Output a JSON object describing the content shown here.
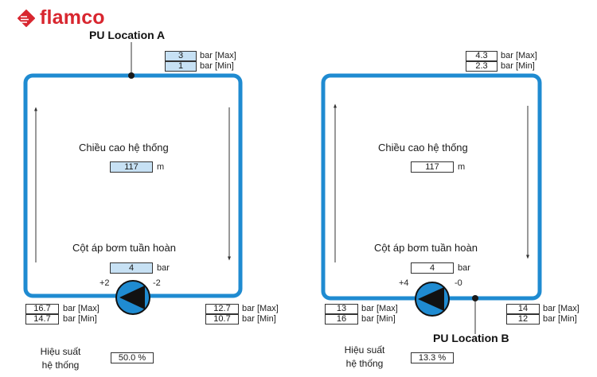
{
  "brand": {
    "name": "flamco",
    "color": "#d8262f"
  },
  "colors": {
    "loop": "#1f8bd1",
    "box_fill": "#c7e1f4"
  },
  "icons": {
    "logo": "flamco-logo-icon",
    "pump": "pump-icon",
    "arrow_up": "arrow-up-icon",
    "arrow_down": "arrow-down-icon"
  },
  "left": {
    "location_label": "PU Location A",
    "top_max": "3",
    "top_min": "1",
    "unit_max": "bar [Max]",
    "unit_min": "bar [Min]",
    "height_label": "Chiều cao hệ thống",
    "height_value": "117",
    "height_unit": "m",
    "pump_label": "Cột áp bơm tuần hoàn",
    "pump_value": "4",
    "pump_unit": "bar",
    "sign_plus": "+2",
    "sign_minus": "-2",
    "bl_max": "16.7",
    "bl_min": "14.7",
    "br_max": "12.7",
    "br_min": "10.7",
    "efficiency_label_1": "Hiệu suất",
    "efficiency_label_2": "hệ thống",
    "efficiency_value": "50.0 %"
  },
  "right": {
    "location_label": "PU Location B",
    "top_max": "4.3",
    "top_min": "2.3",
    "unit_max": "bar [Max]",
    "unit_min": "bar [Min]",
    "height_label": "Chiều cao hệ thống",
    "height_value": "117",
    "height_unit": "m",
    "pump_label": "Cột áp bơm tuần hoàn",
    "pump_value": "4",
    "pump_unit": "bar",
    "sign_plus": "+4",
    "sign_minus": "-0",
    "bl_max": "13",
    "bl_min": "16",
    "br_max": "14",
    "br_min": "12",
    "efficiency_label_1": "Hiệu suất",
    "efficiency_label_2": "hệ thống",
    "efficiency_value": "13.3 %"
  }
}
